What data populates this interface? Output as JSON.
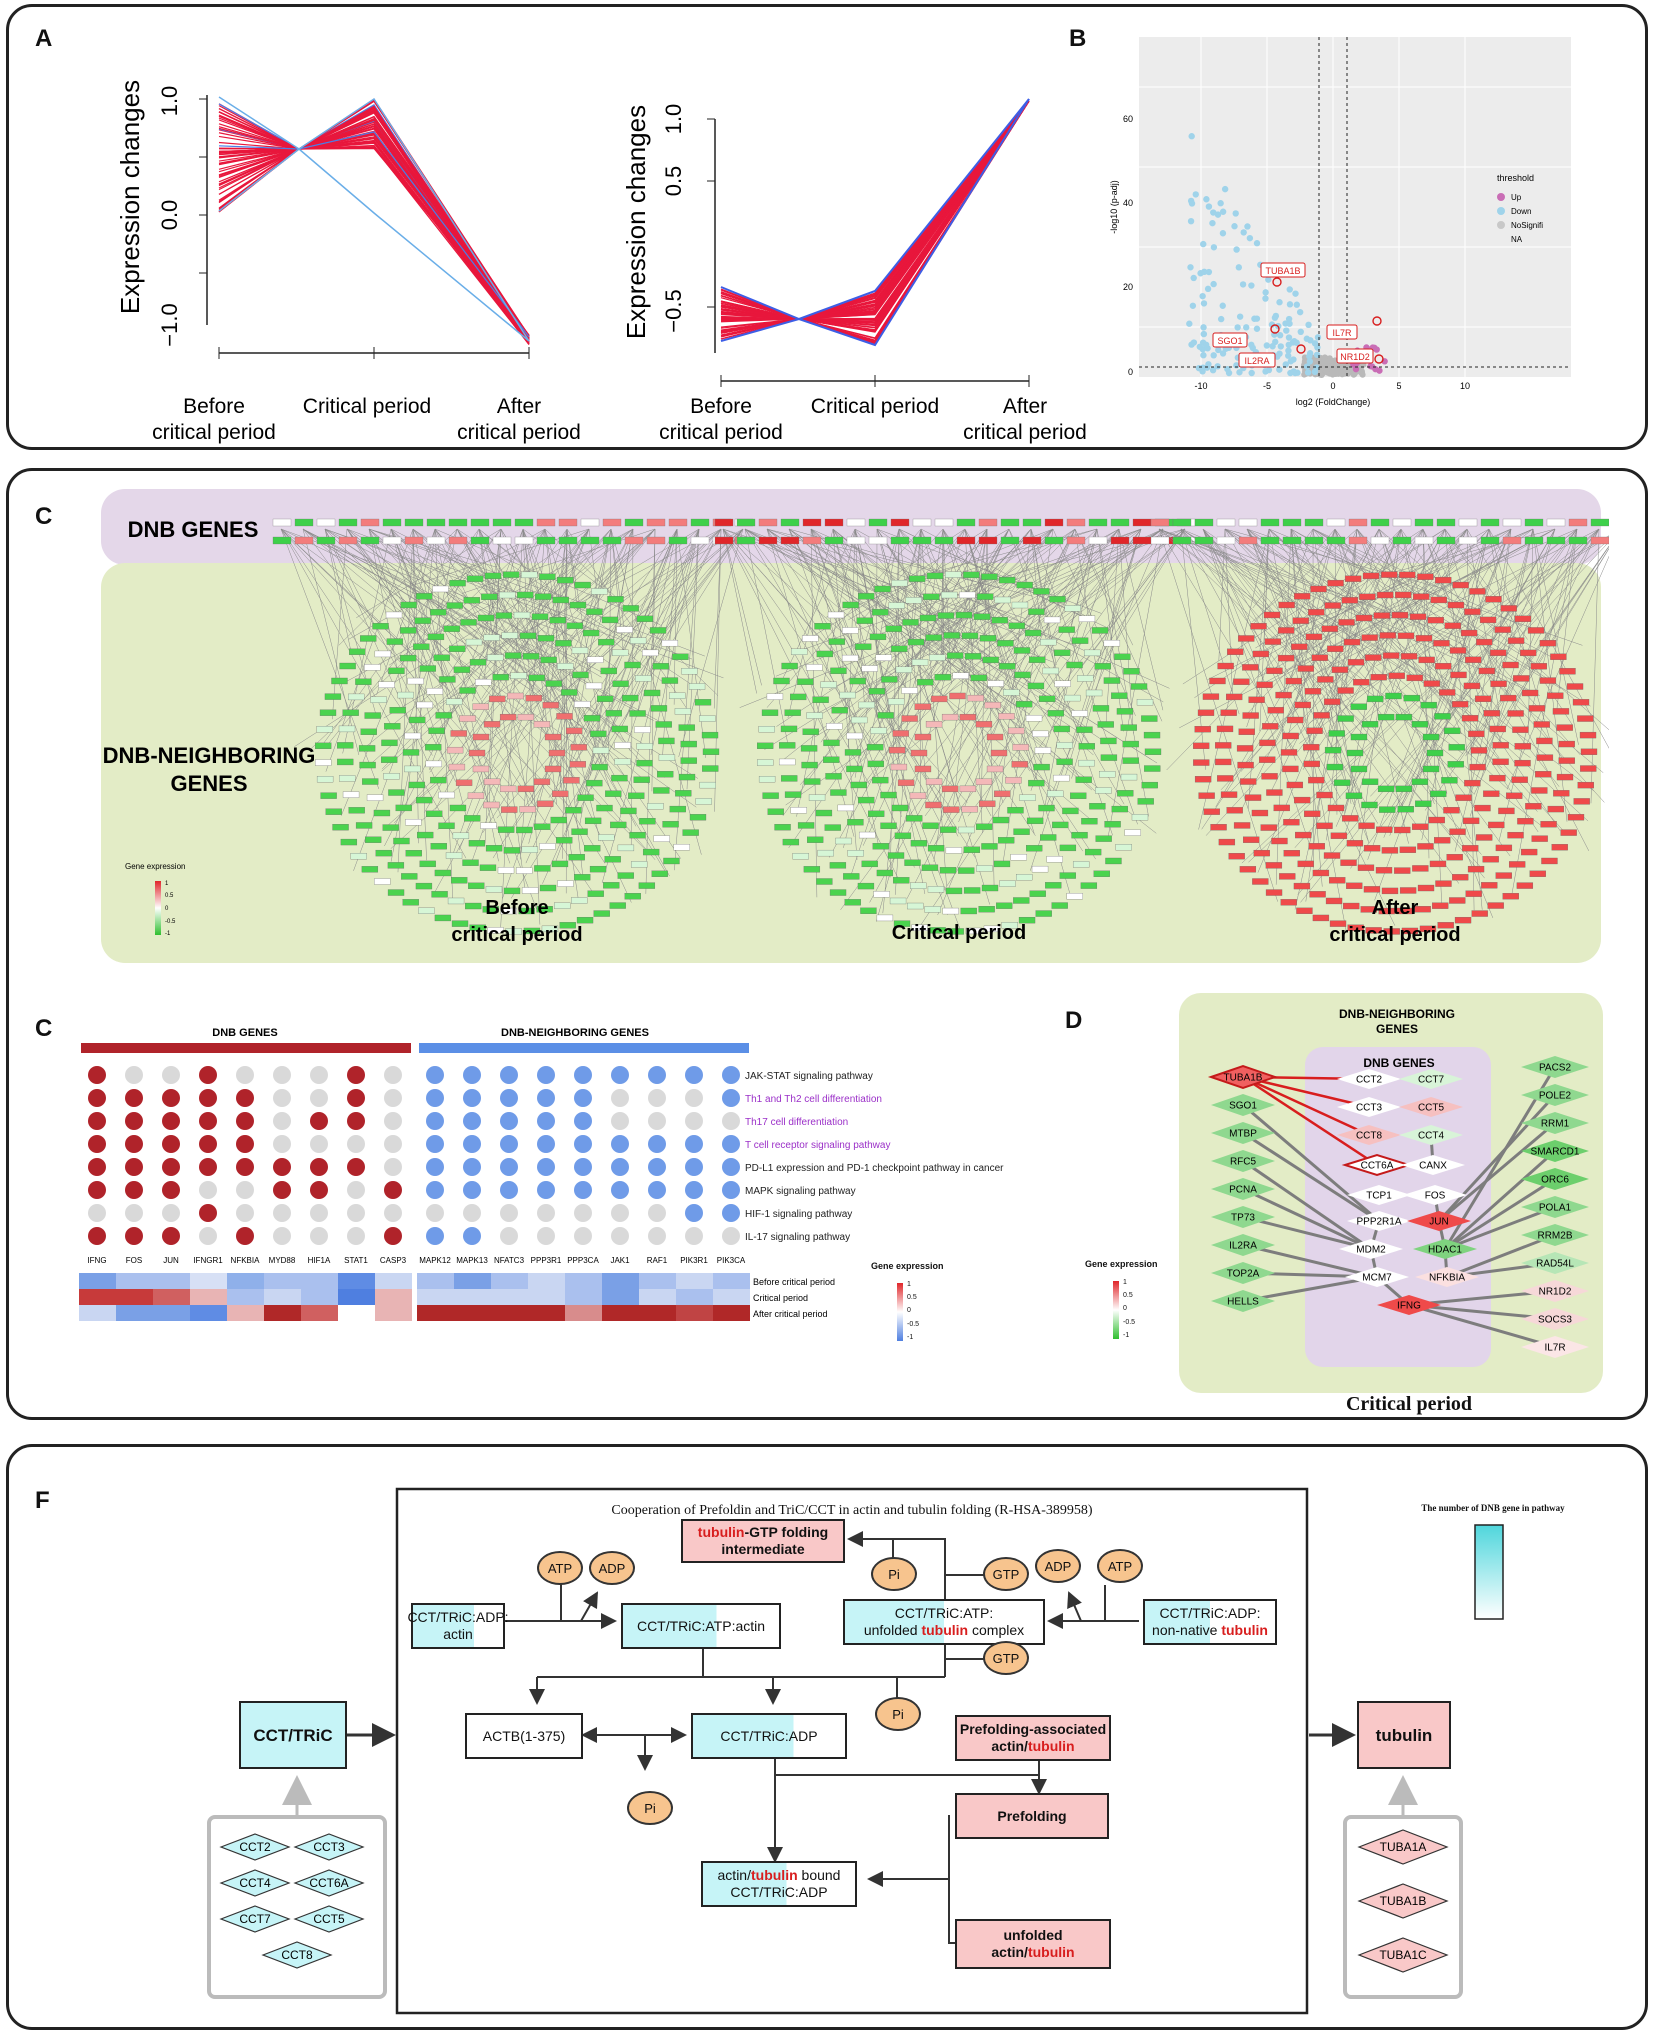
{
  "labels": {
    "A": "A",
    "B": "B",
    "C1": "C",
    "C2": "C",
    "D": "D",
    "F": "F"
  },
  "panelA": {
    "ylabel": "Expression changes",
    "left_ticks": [
      "1.0",
      "0.0",
      "−1.0"
    ],
    "right_ticks": [
      "1.0",
      "0.5",
      "−0.5"
    ],
    "x_labels": [
      [
        "Before",
        "critical period"
      ],
      [
        "Critical period"
      ],
      [
        "After",
        "critical period"
      ]
    ]
  },
  "panelB": {
    "xlabel": "log2 (FoldChange)",
    "ylabel": "-log10 (p-adj)",
    "x_ticks": [
      "-10",
      "-5",
      "0",
      "5",
      "10"
    ],
    "y_ticks": [
      "60",
      "40",
      "20",
      "0"
    ],
    "legend_title": "threshold",
    "legend_items": [
      {
        "label": "Up",
        "color": "#c96db5"
      },
      {
        "label": "Down",
        "color": "#9fd3ea"
      },
      {
        "label": "NoSignifi",
        "color": "#bbbbbb"
      },
      {
        "label": "NA",
        "color": "#ffffff"
      }
    ],
    "gene_labels": [
      "TUBA1B",
      "SGO1",
      "IL2RA",
      "IL7R",
      "NR1D2"
    ]
  },
  "panelC1": {
    "dnb_title": "DNB GENES",
    "neighbor_title": [
      "DNB-NEIGHBORING",
      "GENES"
    ],
    "legend_title": "Gene expression",
    "legend_ticks": [
      "1",
      "0.5",
      "0",
      "-0.5",
      "-1"
    ],
    "captions": [
      [
        "Before",
        "critical period"
      ],
      [
        "Critical period"
      ],
      [
        "After",
        "critical period"
      ]
    ]
  },
  "panelC2": {
    "dnb_header": "DNB  GENES",
    "neighbor_header": "DNB-NEIGHBORING GENES",
    "pathways": [
      "JAK-STAT signaling pathway",
      "Th1 and Th2 cell differentiation",
      "Th17 cell differentiation",
      "T cell receptor signaling pathway",
      "PD-L1 expression and PD-1 checkpoint pathway in cancer",
      "MAPK signaling pathway",
      "HIF-1 signaling pathway",
      "IL-17 signaling pathway"
    ],
    "pathway_colors": [
      "#222",
      "#9b30c8",
      "#9b30c8",
      "#9b30c8",
      "#222",
      "#222",
      "#222",
      "#222"
    ],
    "dnb_genes": [
      "IFNG",
      "FOS",
      "JUN",
      "IFNGR1",
      "NFKBIA",
      "MYD88",
      "HIF1A",
      "STAT1",
      "CASP3"
    ],
    "neighbor_genes": [
      "MAPK12",
      "MAPK13",
      "NFATC3",
      "PPP3R1",
      "PPP3CA",
      "JAK1",
      "RAF1",
      "PIK3R1",
      "PIK3CA"
    ],
    "periods": [
      "Before critical period",
      "Critical period",
      "After critical period"
    ],
    "legend_title": "Gene expression",
    "legend_ticks": [
      "1",
      "0.5",
      "0",
      "-0.5",
      "-1"
    ]
  },
  "panelD": {
    "outer_title": [
      "DNB-NEIGHBORING",
      "GENES"
    ],
    "inner_title": "DNB GENES",
    "legend_title": "Gene expression",
    "legend_ticks": [
      "1",
      "0.5",
      "0",
      "-0.5",
      "-1"
    ],
    "caption": "Critical period",
    "left_genes": [
      "TUBA1B",
      "SGO1",
      "MTBP",
      "RFC5",
      "PCNA",
      "TP73",
      "IL2RA",
      "TOP2A",
      "HELLS"
    ],
    "right_genes": [
      "PACS2",
      "POLE2",
      "RRM1",
      "SMARCD1",
      "ORC6",
      "POLA1",
      "RRM2B",
      "RAD54L",
      "NR1D2",
      "SOCS3",
      "IL7R"
    ],
    "center_genes": [
      "CCT2",
      "CCT7",
      "CCT3",
      "CCT5",
      "CCT8",
      "CCT4",
      "CCT6A",
      "CANX",
      "TCP1",
      "FOS",
      "PPP2R1A",
      "JUN",
      "MDM2",
      "HDAC1",
      "MCM7",
      "NFKBIA",
      "IFNG"
    ]
  },
  "panelF": {
    "title": "Cooperation of Prefoldin and TriC/CCT in actin and tubulin folding (R-HSA-389958)",
    "legend_title": "The number of DNB gene in pathway",
    "tubulin_gtp": {
      "a": "tubulin",
      "b": "-GTP folding",
      "c": "intermediate"
    },
    "cct_adp_actin": {
      "a": "CCT/TRiC:ADP:",
      "b": "actin"
    },
    "cct_atp_actin": "CCT/TRiC:ATP:actin",
    "cct_atp_tub": {
      "a": "CCT/TRiC:ATP:",
      "b": "unfolded ",
      "c": "tubulin",
      "d": " complex"
    },
    "cct_adp_nonnative": {
      "a": "CCT/TRiC:ADP:",
      "b": "non-native ",
      "c": "tubulin"
    },
    "cct_tric": "CCT/TRiC",
    "tubulin": "tubulin",
    "actb": "ACTB(1-375)",
    "cct_adp": "CCT/TRiC:ADP",
    "pref_assoc": {
      "a": "Prefolding-associated",
      "b": "actin/",
      "c": "tubulin"
    },
    "prefolding": "Prefolding",
    "unfolded": {
      "a": "unfolded",
      "b": "actin/",
      "c": "tubulin"
    },
    "bound": {
      "a": "actin/",
      "b": "tubulin",
      "c": " bound",
      "d": "CCT/TRiC:ADP"
    },
    "metabolites": [
      "ATP",
      "ADP",
      "Pi",
      "GTP",
      "ADP",
      "ATP",
      "GTP",
      "Pi",
      "Pi"
    ],
    "cct_genes": [
      "CCT2",
      "CCT3",
      "CCT4",
      "CCT6A",
      "CCT7",
      "CCT5",
      "CCT8"
    ],
    "tuba_genes": [
      "TUBA1A",
      "TUBA1B",
      "TUBA1C"
    ]
  }
}
